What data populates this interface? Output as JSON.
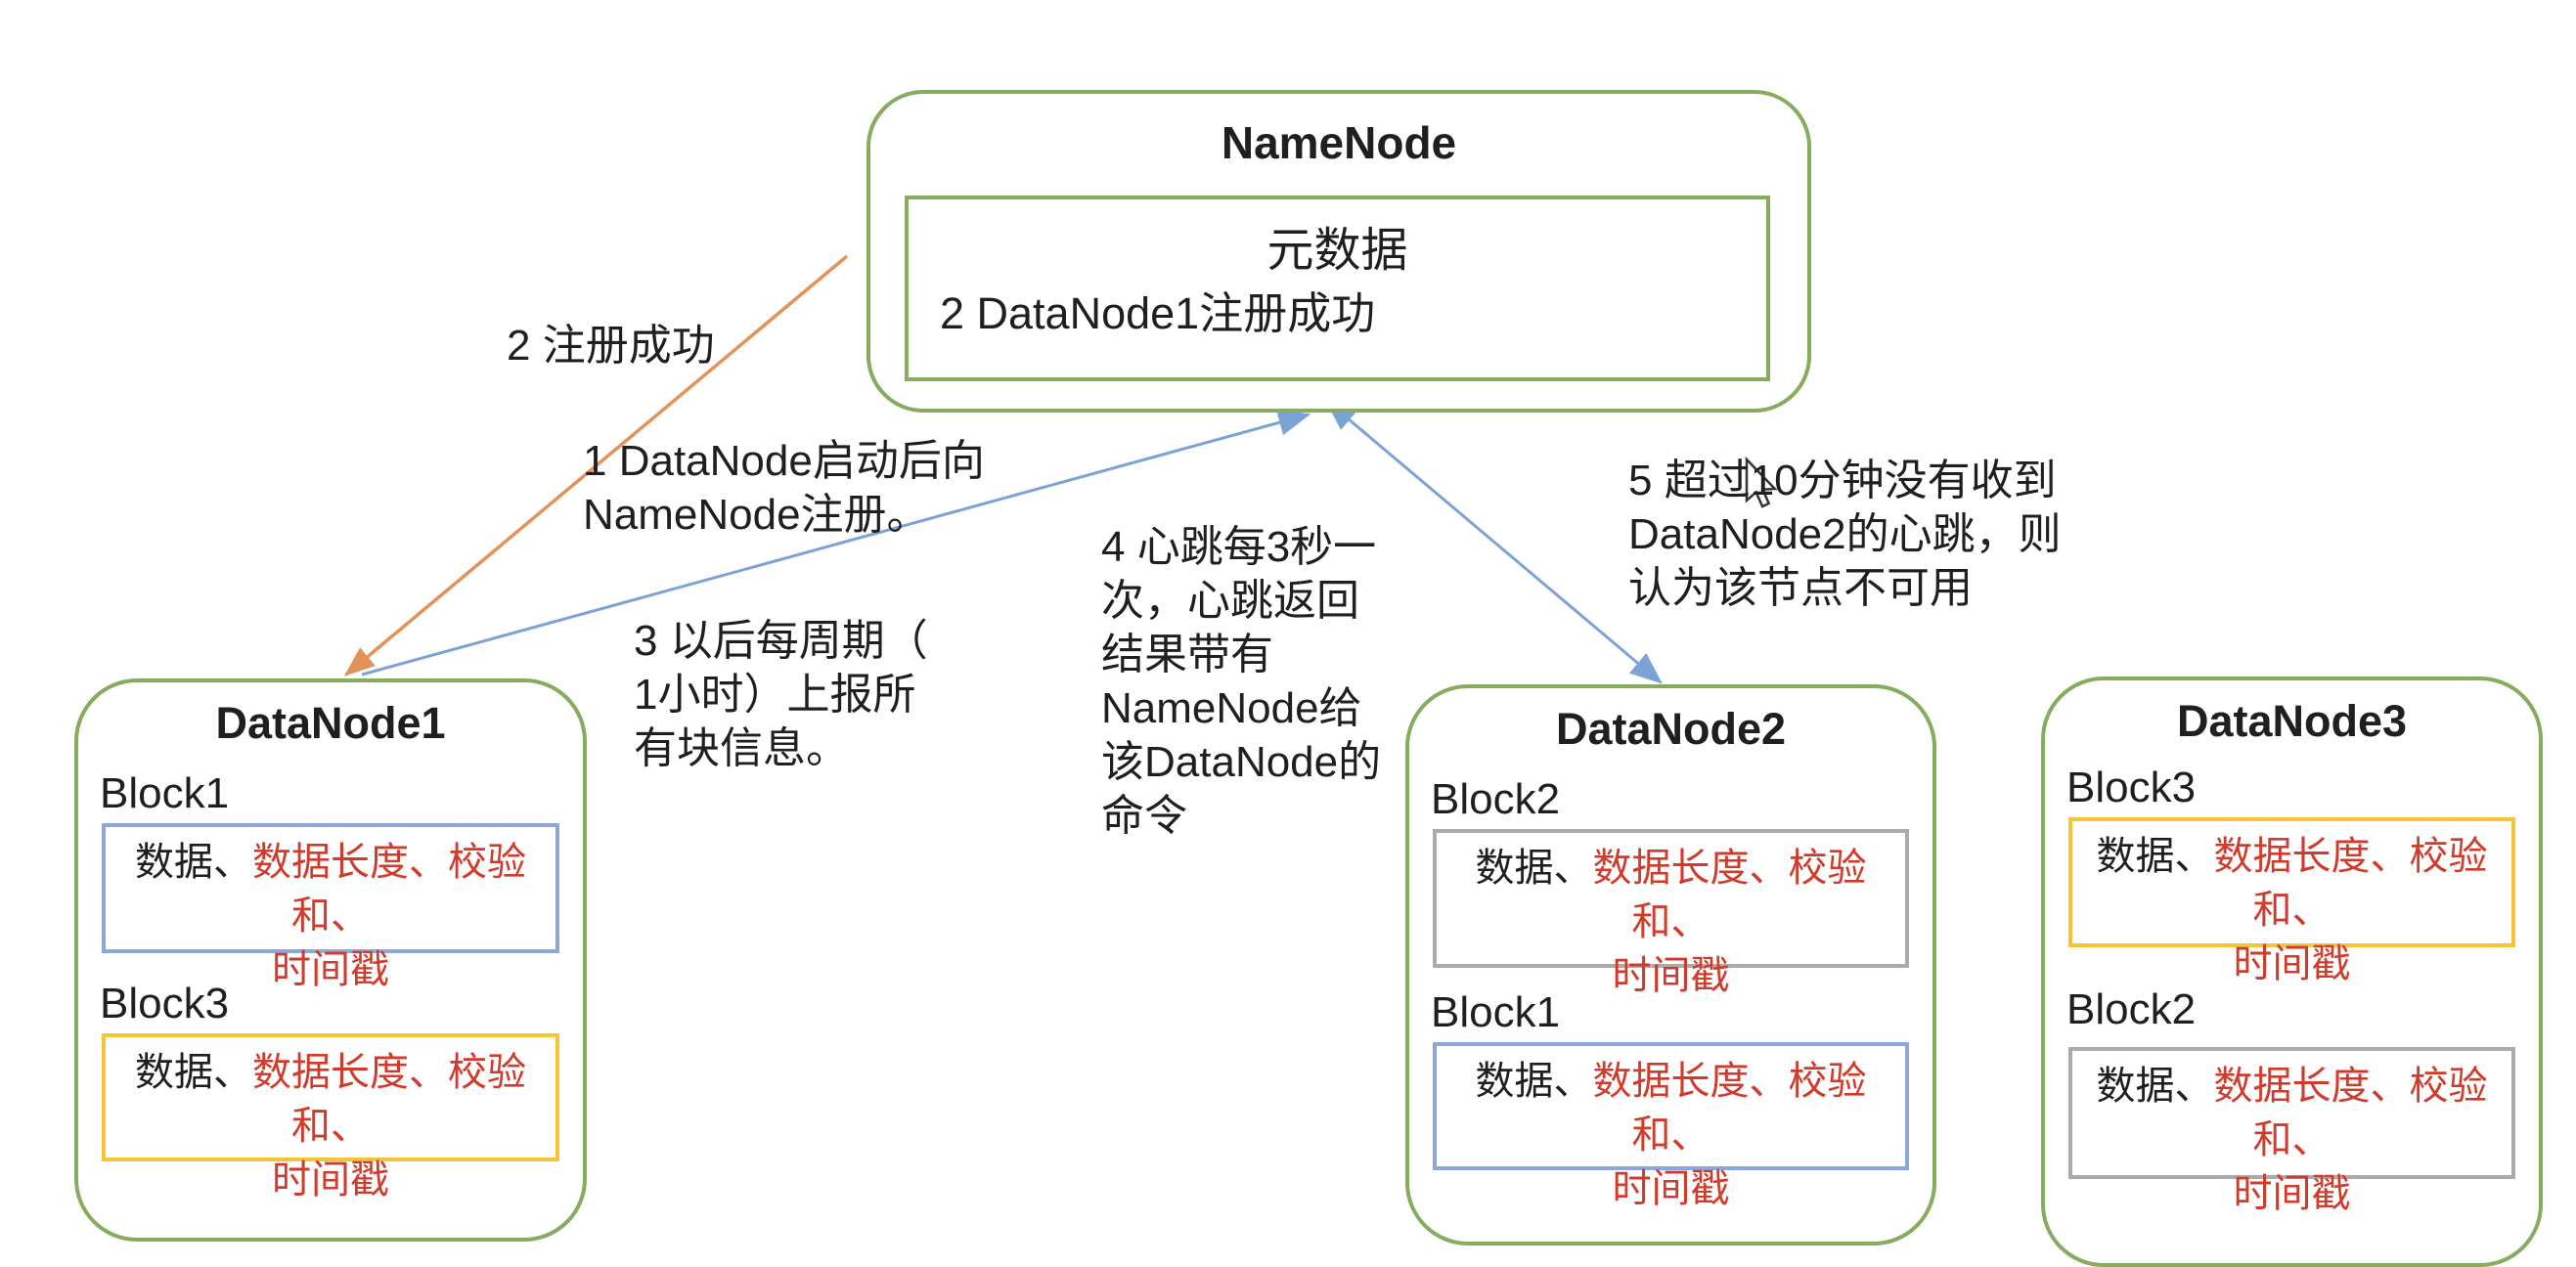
{
  "colors": {
    "node_border": "#87ab5f",
    "block_blue": "#8ca8d8",
    "block_yellow": "#f6c437",
    "block_gray": "#ababab",
    "arrow_orange": "#e2935a",
    "arrow_blue": "#7ca3d6",
    "text_red": "#d03b2b",
    "text_black": "#1f1f1f"
  },
  "namenode": {
    "title": "NameNode",
    "metadata_label": "元数据",
    "status_text": "2 DataNode1注册成功"
  },
  "notes": [
    {
      "lines": [
        "1 DataNode启动后向",
        "NameNode注册。"
      ]
    },
    {
      "lines": [
        "2 注册成功"
      ]
    },
    {
      "lines": [
        "3 以后每周期（",
        "1小时）上报所",
        "有块信息。"
      ]
    },
    {
      "lines": [
        "4 心跳每3秒一",
        "次，心跳返回",
        "结果带有",
        "NameNode给",
        "该DataNode的",
        "命令"
      ]
    },
    {
      "lines": [
        "5 超过10分钟没有收到",
        "DataNode2的心跳，则",
        "认为该节点不可用"
      ]
    }
  ],
  "datanodes": [
    {
      "title": "DataNode1",
      "blocks": [
        {
          "label": "Block1",
          "color": "blue"
        },
        {
          "label": "Block3",
          "color": "yellow"
        }
      ]
    },
    {
      "title": "DataNode2",
      "blocks": [
        {
          "label": "Block2",
          "color": "gray"
        },
        {
          "label": "Block1",
          "color": "blue"
        }
      ]
    },
    {
      "title": "DataNode3",
      "blocks": [
        {
          "label": "Block3",
          "color": "yellow"
        },
        {
          "label": "Block2",
          "color": "gray"
        }
      ]
    }
  ],
  "block_content": {
    "black": "数据、",
    "red1": "数据长度、校验和、",
    "red2": "时间戳"
  },
  "icons": {
    "mouse_cursor": "arrow-pointer"
  }
}
